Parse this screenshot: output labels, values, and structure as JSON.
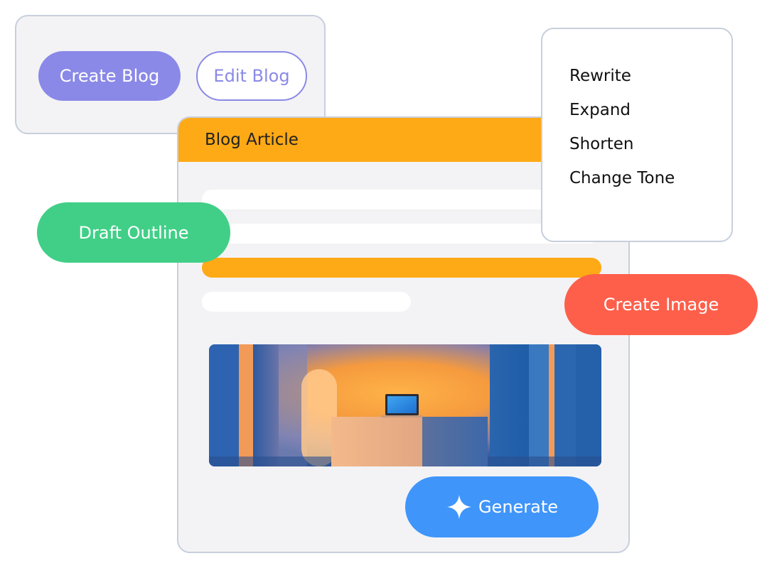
{
  "top_card": {
    "create_blog_label": "Create Blog",
    "edit_blog_label": "Edit Blog"
  },
  "article": {
    "header_title": "Blog Article",
    "generate_label": "Generate",
    "generate_icon": "sparkle-icon",
    "image_subject": "laptop-on-desk"
  },
  "menu": {
    "items": [
      {
        "label": "Rewrite"
      },
      {
        "label": "Expand"
      },
      {
        "label": "Shorten"
      },
      {
        "label": "Change Tone"
      }
    ]
  },
  "floating": {
    "draft_outline_label": "Draft Outline",
    "create_image_label": "Create Image"
  },
  "colors": {
    "accent_purple": "#8a89e8",
    "accent_orange": "#fea916",
    "accent_green": "#41cf87",
    "accent_red": "#fe5f4b",
    "accent_blue": "#3f95fa",
    "panel_bg": "#f3f3f5",
    "border": "#c7cfdc"
  }
}
